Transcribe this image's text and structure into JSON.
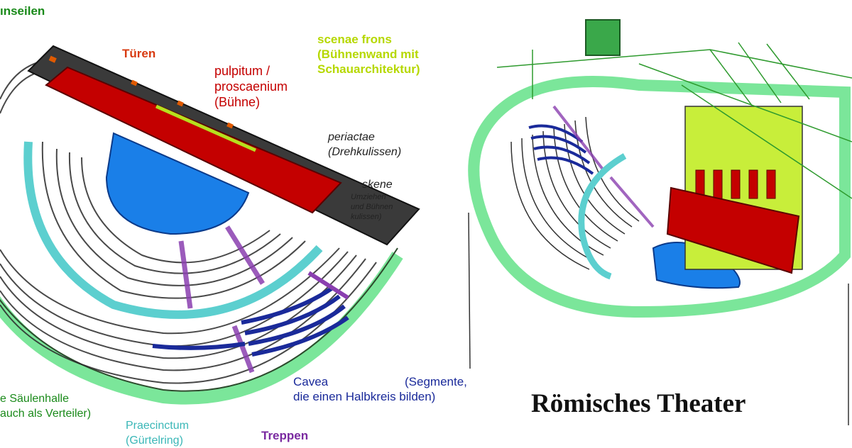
{
  "title": "Römisches Theater",
  "colors": {
    "green": "#2e9a2e",
    "red": "#c40000",
    "blue": "#1a7fe8",
    "navy": "#1a2a9a",
    "cyan": "#5ccfcf",
    "lime": "#b6e01e",
    "purple": "#8a3fb0",
    "ring_green": "#7be69a"
  },
  "labels": {
    "gaenge": "ınseilen",
    "tueren": "Türen",
    "pulpitum": [
      "pulpitum /",
      "proscaenium",
      "(Bühne)"
    ],
    "scenae": [
      "scenae frons",
      "(Bühnenwand mit",
      "Schauarchitektur)"
    ],
    "periactae": [
      "periactae",
      "(Drehkulissen)"
    ],
    "skene": "skene",
    "skene_sub": [
      "Umziehen",
      "und Bühnen",
      "kulissen)"
    ],
    "saeulenhalle": [
      "e Säulenhalle",
      "auch als Verteiler)"
    ],
    "praecinctum": [
      "Praecinctum",
      "(Gürtelring)"
    ],
    "cavea": "Cavea",
    "cavea_desc": "die einen Halbkreis bilden)",
    "segmente": "(Segmente,",
    "treppen": "Treppen"
  },
  "icons": {
    "seating": "seating-rows-icon",
    "columns": "columns-icon"
  }
}
